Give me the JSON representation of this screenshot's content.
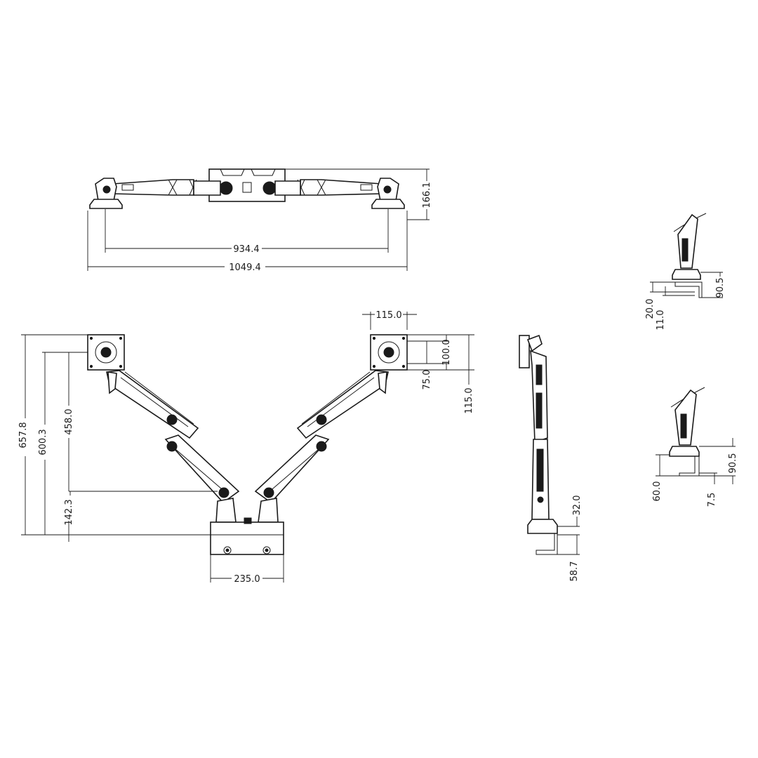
{
  "top_view": {
    "inner_width": "934.4",
    "outer_width": "1049.4",
    "height": "166.1"
  },
  "front_view": {
    "total_height": "657.8",
    "height_600": "600.3",
    "reach_458": "458.0",
    "base_142": "142.3",
    "base_width": "235.0",
    "vesa_offset": "115.0",
    "vesa_100": "100.0",
    "vesa_75": "75.0",
    "vesa_height": "115.0"
  },
  "side_view": {
    "clamp_32": "32.0",
    "clamp_58": "58.7"
  },
  "detail_top": {
    "d_90_5": "90.5",
    "d_20": "20.0",
    "d_11": "11.0"
  },
  "detail_bottom": {
    "d_90_5": "90.5",
    "d_60": "60.0",
    "d_7_5": "7.5"
  }
}
